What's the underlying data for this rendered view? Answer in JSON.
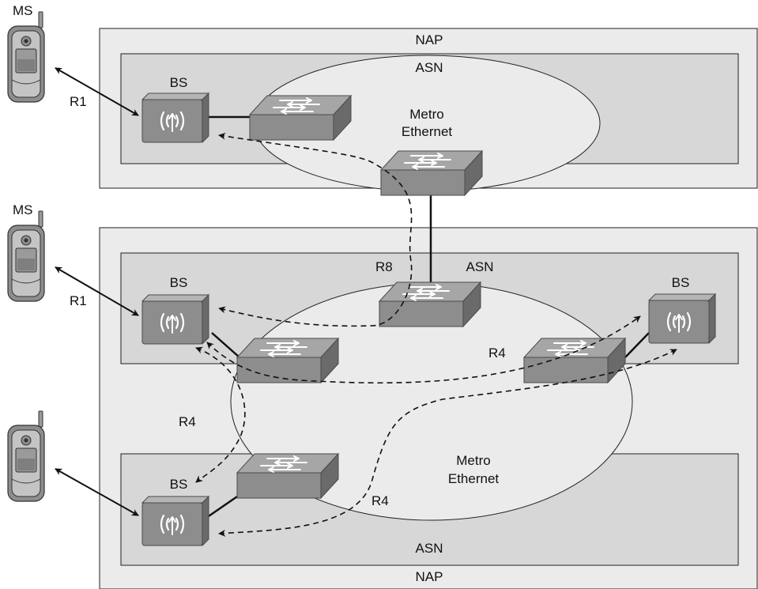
{
  "labels": {
    "ms_top": "MS",
    "ms_mid": "MS",
    "nap_top": "NAP",
    "nap_bottom": "NAP",
    "asn_top": "ASN",
    "asn_mid": "ASN",
    "asn_bottom": "ASN",
    "bs_top": "BS",
    "bs_mid": "BS",
    "bs_right": "BS",
    "bs_bottom": "BS",
    "metro_top_line1": "Metro",
    "metro_top_line2": "Ethernet",
    "metro_bottom_line1": "Metro",
    "metro_bottom_line2": "Ethernet",
    "r1_top": "R1",
    "r1_mid": "R1",
    "r8": "R8",
    "r4_right": "R4",
    "r4_left": "R4",
    "r4_bottom": "R4"
  },
  "icons": {
    "mobile_station": "mobile-phone-icon",
    "base_station": "wireless-base-station-icon",
    "switch": "ethernet-switch-icon"
  },
  "colors": {
    "nap_fill": "#ebebeb",
    "asn_fill": "#d7d7d7",
    "device_fill": "#8d8d8d",
    "device_dark": "#6a6a6a",
    "device_light": "#b5b5b5"
  }
}
